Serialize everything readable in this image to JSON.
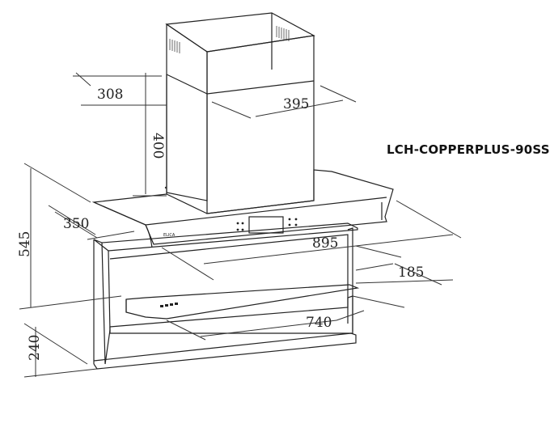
{
  "model_label": "LCH-COPPERPLUS-90SS",
  "dimensions": {
    "chimney_depth": "308",
    "chimney_width": "395",
    "chimney_height": "400",
    "hood_depth": "350",
    "overall_height": "545",
    "hood_width": "895",
    "canopy_depth": "185",
    "base_width": "740",
    "base_height": "240"
  },
  "brand_mark": "ELICA"
}
